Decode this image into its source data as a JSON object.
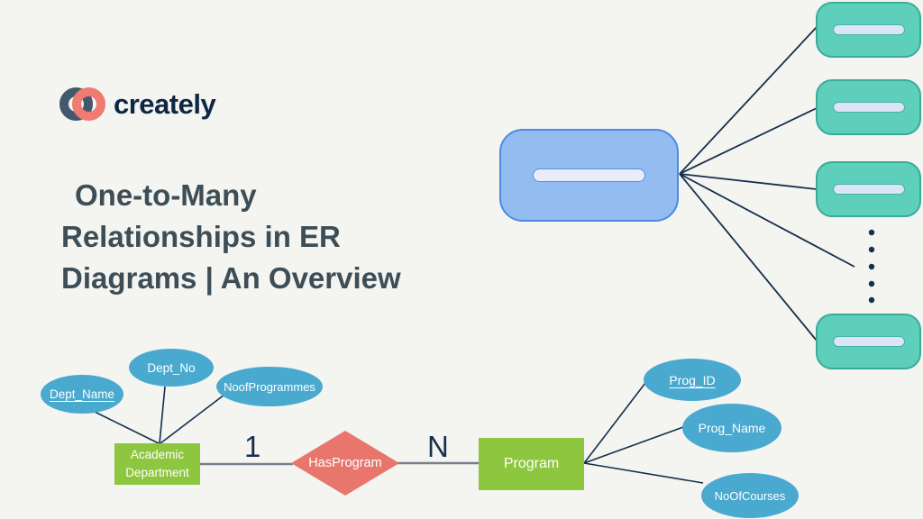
{
  "slide": {
    "background": "#f4f4f1",
    "brand": {
      "logo_text": "creately",
      "logo_icon": "interlocking-rings",
      "logo_ring_dark": "#44586d",
      "logo_ring_coral": "#ef7c72"
    },
    "title": {
      "line1": "One-to-Many",
      "line2": "Relationships in ER",
      "line3": "Diagrams | An Overview",
      "color": "#3d4e57"
    }
  },
  "abstract_diagram": {
    "description": "one blue node fanning out to many teal nodes with ellipsis dots",
    "one_node_fill": "#93bdf1",
    "one_node_border": "#4f88e1",
    "many_node_fill": "#5dcfba",
    "many_node_border": "#3bab99",
    "placeholder_fill": "#e9ecfb",
    "connector_color": "#14304a",
    "visible_many_nodes": 4,
    "ellipsis_dots": 5
  },
  "er_diagram": {
    "entities": [
      {
        "label": "Academic\nDepartment",
        "fill": "#8dc63f"
      },
      {
        "label": "Program",
        "fill": "#8dc63f"
      }
    ],
    "relationship": {
      "label": "HasProgram",
      "fill": "#e8766c",
      "cardinality_left": "1",
      "cardinality_right": "N"
    },
    "attributes_left": [
      {
        "label": "Dept_Name",
        "key": true
      },
      {
        "label": "Dept_No",
        "key": false
      },
      {
        "label": "NoofProgrammes",
        "key": false
      }
    ],
    "attributes_right": [
      {
        "label": "Prog_ID",
        "key": true
      },
      {
        "label": "Prog_Name",
        "key": false
      },
      {
        "label": "NoOfCourses",
        "key": false
      }
    ],
    "attribute_fill": "#4aa9cf",
    "attribute_line_color": "#14304a",
    "relationship_line_color": "#76808c"
  }
}
